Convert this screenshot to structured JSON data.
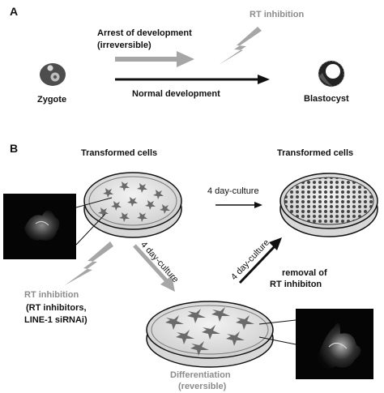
{
  "panel_a": {
    "letter": "A",
    "arrest_line1": "Arrest of development",
    "arrest_line2": "(irreversible)",
    "rt_inhibition": "RT inhibition",
    "normal_development": "Normal  development",
    "zygote": "Zygote",
    "blastocyst": "Blastocyst"
  },
  "panel_b": {
    "letter": "B",
    "transformed_cells_left": "Transformed cells",
    "transformed_cells_right": "Transformed cells",
    "culture_right": "4 day-culture",
    "culture_down": "4 day-culture",
    "culture_up": "4 day-culture",
    "removal_line1": "removal of",
    "removal_line2": "RT inhibiton",
    "rt_inhibition": "RT inhibition",
    "rt_inhibitors": "(RT inhibitors,",
    "line1_sirna": "LINE-1 siRNAi)",
    "differentiation": "Differentiation",
    "reversible": "(reversible)"
  },
  "colors": {
    "black": "#111111",
    "gray_arrow": "#a6a6a6",
    "gray_text": "#8c8c8c"
  }
}
